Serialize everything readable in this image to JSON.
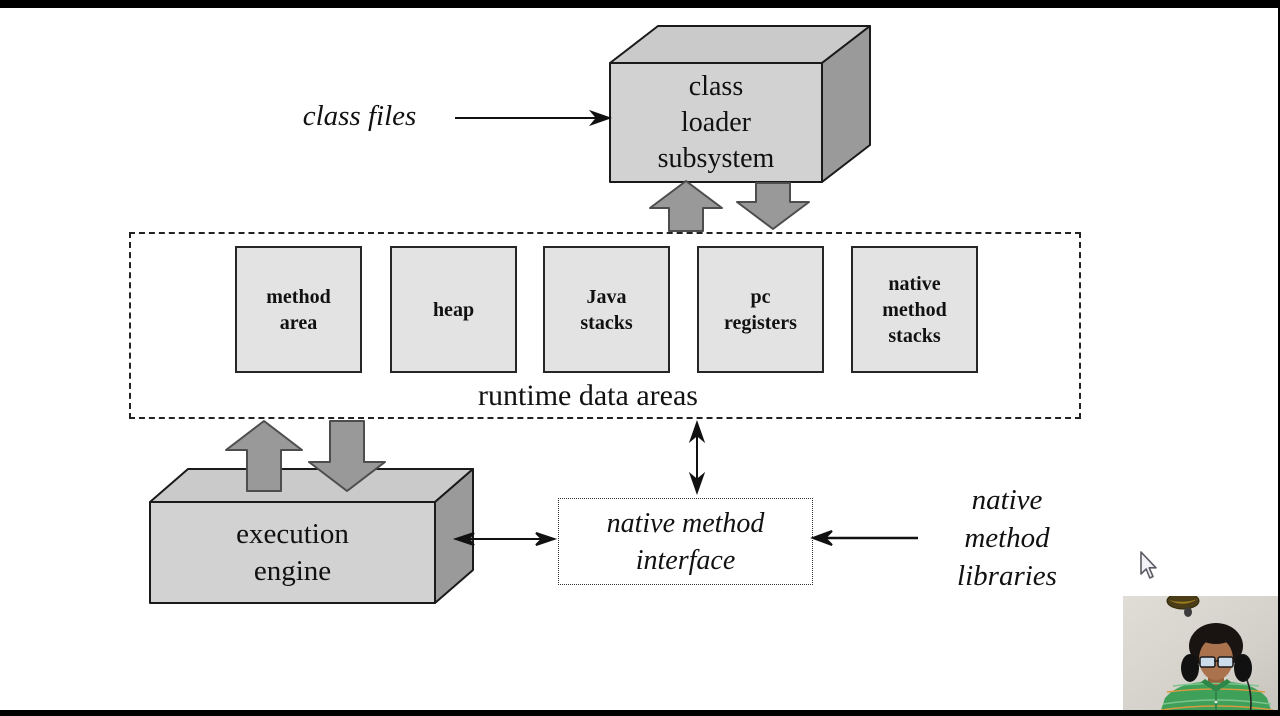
{
  "diagram": {
    "class_files_label": "class files",
    "class_loader": {
      "line1": "class",
      "line2": "loader",
      "line3": "subsystem"
    },
    "runtime_container_label": "runtime data areas",
    "runtime_boxes": {
      "method_area": {
        "line1": "method",
        "line2": "area"
      },
      "heap": {
        "line1": "heap"
      },
      "java_stacks": {
        "line1": "Java",
        "line2": "stacks"
      },
      "pc_registers": {
        "line1": "pc",
        "line2": "registers"
      },
      "native_method_stacks": {
        "line1": "native",
        "line2": "method",
        "line3": "stacks"
      }
    },
    "execution_engine": {
      "line1": "execution",
      "line2": "engine"
    },
    "native_method_interface": {
      "line1": "native method",
      "line2": "interface"
    },
    "native_method_libraries": {
      "line1": "native",
      "line2": "method",
      "line3": "libraries"
    },
    "colors": {
      "page_background": "#ffffff",
      "letterbox_bars": "#000000",
      "runtime_box_fill": "#e3e3e3",
      "box3d_front": "#d2d2d2",
      "box3d_top": "#cacaca",
      "box3d_side": "#9a9a9a",
      "thick_arrow_fill": "#999999",
      "outline": "#1a1a1a"
    }
  },
  "webcam": {
    "colors": {
      "wall": "#d8d5ce",
      "shirt_green": "#3fa05a",
      "stripe_orange": "#d99a3e",
      "skin": "#aa724d",
      "hair_headphones": "#191411"
    }
  }
}
